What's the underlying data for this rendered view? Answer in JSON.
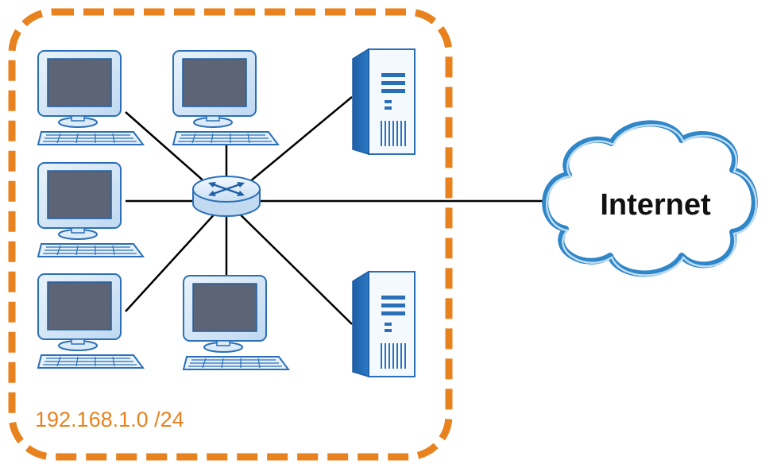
{
  "diagram": {
    "subnet_label": "192.168.1.0 /24",
    "cloud_label": "Internet",
    "nodes": {
      "computers": [
        "computer-1",
        "computer-2",
        "computer-3",
        "computer-4",
        "computer-5"
      ],
      "servers": [
        "server-1",
        "server-2"
      ],
      "hub": "router",
      "external": "internet-cloud"
    }
  },
  "colors": {
    "boundary": "#E8821E",
    "subnet_label": "#E8821E",
    "cloud_fill": "#FFFFFF",
    "cloud_outline": "#2F86C8",
    "cloud_label": "#111111",
    "link": "#000000",
    "device_blue": "#2A6FB8",
    "device_light": "#E6F1FB",
    "screen": "#5D6475"
  }
}
